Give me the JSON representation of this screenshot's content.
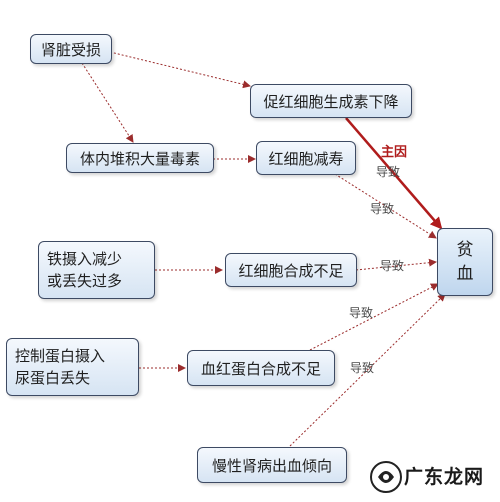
{
  "nodes": {
    "kidney_damage": "肾脏受损",
    "epo_decline": "促红细胞生成素下降",
    "toxins": "体内堆积大量毒素",
    "rbc_lifespan": "红细胞减寿",
    "iron_line1": "铁摄入减少",
    "iron_line2": "或丢失过多",
    "rbc_synthesis": "红细胞合成不足",
    "protein_line1": "控制蛋白摄入",
    "protein_line2": "尿蛋白丢失",
    "hemoglobin": "血红蛋白合成不足",
    "bleeding": "慢性肾病出血倾向",
    "anemia_line1": "贫",
    "anemia_line2": "血"
  },
  "labels": {
    "main_cause": "主因",
    "leads_to": "导致"
  },
  "watermark": "广东龙网",
  "colors": {
    "dotted_arrow": "#9b2d2d",
    "main_arrow": "#b01c1c",
    "box_border": "#3d4a63"
  }
}
